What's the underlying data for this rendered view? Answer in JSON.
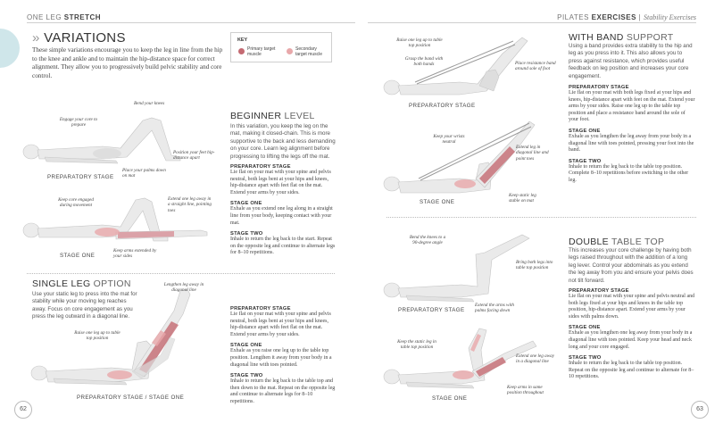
{
  "header": {
    "left_a": "ONE LEG ",
    "left_b": "STRETCH",
    "right_a": "PILATES ",
    "right_b": "EXERCISES",
    "right_sep": " | ",
    "right_c": "Stability Exercises"
  },
  "colors": {
    "muscle_primary": "#c46a72",
    "muscle_secondary": "#e8a8aa",
    "accent_circle": "#cfe6ea",
    "skin": "#eaeaea"
  },
  "variations": {
    "title": "VARIATIONS",
    "intro": "These simple variations encourage you to keep the leg in line from the hip to the knee and ankle and to maintain the hip-distance space for correct alignment. They allow you to progressively build pelvic stability and core control."
  },
  "key": {
    "title": "KEY",
    "primary": [
      "Primary target",
      "muscle"
    ],
    "secondary": [
      "Secondary",
      "target muscle"
    ]
  },
  "beginner": {
    "title_a": "BEGINNER ",
    "title_b": "LEVEL",
    "intro": "In this variation, you keep the leg on the mat, making it closed-chain. This is more supportive to the back and less demanding on your core. Learn leg alignment before progressing to lifting the legs off the mat.",
    "stages": [
      {
        "h": "PREPARATORY STAGE",
        "p": "Lie flat on your mat with your spine and pelvis neutral, both legs bent at your hips and knees, hip-distance apart with feet flat on the mat. Extend your arms by your sides."
      },
      {
        "h": "STAGE ONE",
        "p": "Exhale as you extend one leg along in a straight line from your body, keeping contact with your mat."
      },
      {
        "h": "STAGE TWO",
        "p": "Inhale to return the leg back to the start. Repeat on the opposite leg and continue to alternate legs for 8–10 repetitions."
      }
    ]
  },
  "single_leg": {
    "title_a": "SINGLE LEG ",
    "title_b": "OPTION",
    "intro": "Use your static leg to press into the mat for stability while your moving leg reaches away. Focus on core engagement as you press the leg outward in a diagonal line.",
    "stages": [
      {
        "h": "PREPARATORY STAGE",
        "p": "Lie flat on your mat with your spine and pelvis neutral, both legs bent at your hips and knees, hip-distance apart with feet flat on the mat. Extend your arms by your sides."
      },
      {
        "h": "STAGE ONE",
        "p": "Exhale as you raise one leg up to the table top position. Lengthen it away from your body in a diagonal line with toes pointed."
      },
      {
        "h": "STAGE TWO",
        "p": "Inhale to return the leg back to the table top and then down to the mat. Repeat on the opposite leg and continue to alternate legs for 8–10 repetitions."
      }
    ]
  },
  "with_band": {
    "title_a": "WITH BAND ",
    "title_b": "SUPPORT",
    "intro": "Using a band provides extra stability to the hip and leg as you press into it. This also allows you to press against resistance, which provides useful feedback on leg position and increases your core engagement.",
    "stages": [
      {
        "h": "PREPARATORY STAGE",
        "p": "Lie flat on your mat with both legs fixed at your hips and knees, hip-distance apart with feet on the mat. Extend your arms by your sides. Raise one leg up to the table top position and place a resistance band around the sole of your foot."
      },
      {
        "h": "STAGE ONE",
        "p": "Exhale as you lengthen the leg away from your body in a diagonal line with toes pointed, pressing your foot into the band."
      },
      {
        "h": "STAGE TWO",
        "p": "Inhale to return the leg back to the table top position. Complete 8–10 repetitions before switching to the other leg."
      }
    ]
  },
  "double_table_top": {
    "title_a": "DOUBLE ",
    "title_b": "TABLE TOP",
    "intro": "This increases your core challenge by having both legs raised throughout with the addition of a long leg lever. Control your abdominals as you extend the leg away from you and ensure your pelvis does not tilt forward.",
    "stages": [
      {
        "h": "PREPARATORY STAGE",
        "p": "Lie flat on your mat with your spine and pelvis neutral and both legs fixed at your hips and knees in the table top position, hip-distance apart. Extend your arms by your sides with palms down."
      },
      {
        "h": "STAGE ONE",
        "p": "Exhale as you lengthen one leg away from your body in a diagonal line with toes pointed. Keep your head and neck long and your core engaged."
      },
      {
        "h": "STAGE TWO",
        "p": "Inhale to return the leg back to the table top position. Repeat on the opposite leg and continue to alternate for 8–10 repetitions."
      }
    ]
  },
  "captions": {
    "fig1": "PREPARATORY STAGE",
    "fig2": "STAGE ONE",
    "fig3": "PREPARATORY STAGE / STAGE ONE",
    "fig4": "PREPARATORY STAGE",
    "fig5": "STAGE ONE",
    "fig6": "PREPARATORY STAGE",
    "fig7": "STAGE ONE"
  },
  "annotations": {
    "a1": "Bend your knees",
    "a2": "Engage your core to prepare",
    "a3": "Position your feet hip-distance apart",
    "a4": "Place your palms down on mat",
    "a5": "Keep core engaged during movement",
    "a6": "Extend one leg away in a straight line, pointing toes",
    "a7": "Keep arms extended by your sides",
    "a8": "Lengthen leg away in diagonal line",
    "a9": "Raise one leg up to table top position",
    "a10": "Raise one leg up to table top position",
    "a11": "Grasp the band with both hands",
    "a12": "Place resistance band around sole of foot",
    "a13": "Keep your wrists neutral",
    "a14": "Extend leg in diagonal line and point toes",
    "a15": "Keep static leg stable on mat",
    "a16": "Bend the knees to a 90-degree angle",
    "a17": "Bring both legs into table top position",
    "a18": "Extend the arms with palms facing down",
    "a19": "Keep the static leg in table top position",
    "a20": "Extend one leg away in a diagonal line",
    "a21": "Keep arms in same position throughout"
  },
  "pages": {
    "left": "62",
    "right": "63"
  }
}
